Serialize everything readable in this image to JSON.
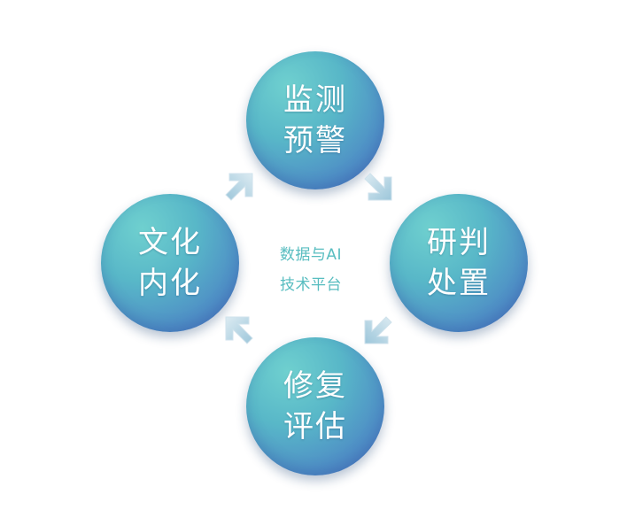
{
  "diagram": {
    "center": {
      "line1": "数据与AI",
      "line2": "技术平台"
    },
    "nodes": {
      "top": {
        "line1": "监测",
        "line2": "预警"
      },
      "right": {
        "line1": "研判",
        "line2": "处置"
      },
      "bottom": {
        "line1": "修复",
        "line2": "评估"
      },
      "left": {
        "line1": "文化",
        "line2": "内化"
      }
    },
    "colors": {
      "circle_light": "#6fd0cf",
      "circle_dark": "#4a6fbe",
      "arrow_fill": "#b8d8e6",
      "center_text": "#58bdc0",
      "circle_text": "#ffffff"
    }
  }
}
